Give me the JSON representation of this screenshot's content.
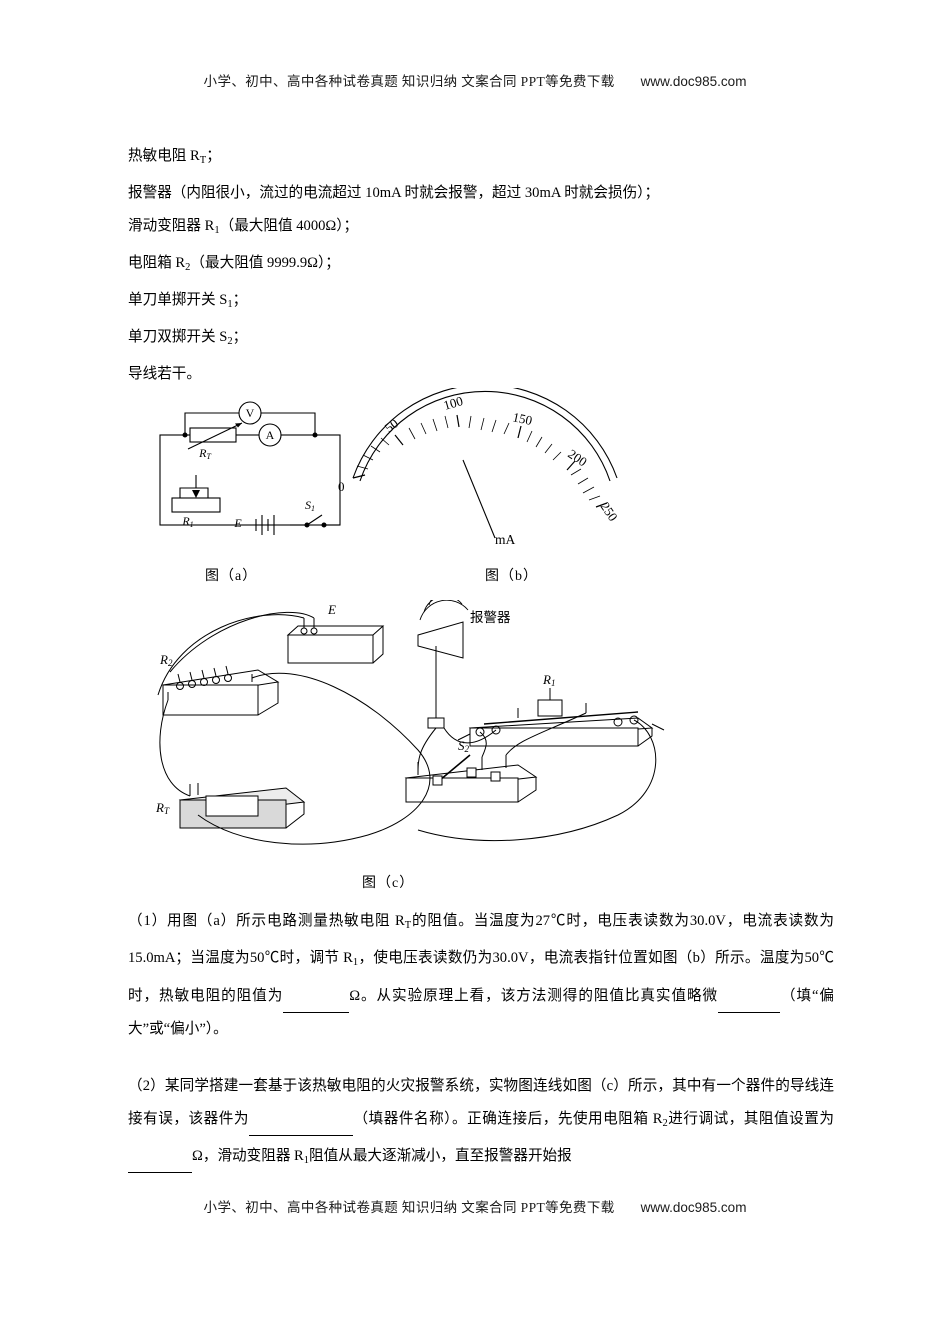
{
  "header": {
    "text": "小学、初中、高中各种试卷真题  知识归纳  文案合同  PPT等免费下载",
    "url": "www.doc985.com"
  },
  "footer": {
    "text": "小学、初中、高中各种试卷真题  知识归纳  文案合同  PPT等免费下载",
    "url": "www.doc985.com"
  },
  "equipment_list": [
    "热敏电阻 R_T；",
    "报警器（内阻很小，流过的电流超过 10mA 时就会报警，超过 30mA 时就会损伤）；",
    "滑动变阻器 R_1（最大阻值 4000Ω）；",
    "电阻箱 R_2（最大阻值 9999.9Ω）；",
    "单刀单掷开关 S_1；",
    "单刀双掷开关 S_2；",
    "导线若干。"
  ],
  "figures": {
    "a": {
      "caption": "图（a）",
      "labels": {
        "voltmeter": "V",
        "ammeter": "A",
        "rt": "R",
        "rt_sub": "T",
        "r1": "R",
        "r1_sub": "1",
        "battery": "E",
        "switch": "S",
        "switch_sub": "1"
      }
    },
    "b": {
      "caption": "图（b）",
      "unit": "mA",
      "ticks": [
        "0",
        "50",
        "100",
        "150",
        "200",
        "250"
      ]
    },
    "c": {
      "caption": "图（c）",
      "labels": {
        "battery": "E",
        "alarm": "报警器",
        "r2": "R",
        "r2_sub": "2",
        "r1": "R",
        "r1_sub": "1",
        "s2": "S",
        "s2_sub": "2",
        "rt": "R",
        "rt_sub": "T"
      }
    }
  },
  "questions": {
    "q1": "（1）用图（a）所示电路测量热敏电阻 R<sub>T</sub>的阻值。当温度为27℃时，电压表读数为30.0V，电流表读数为15.0mA；当温度为50℃时，调节 R<sub>1</sub>，使电压表读数仍为30.0V，电流表指针位置如图（b）所示。温度为50℃时，热敏电阻的阻值为＿＿＿＿Ω。从实验原理上看，该方法测得的阻值比真实值略微＿＿＿＿（填“偏大”或“偏小”）。",
    "q2": "（2）某同学搭建一套基于该热敏电阻的火灾报警系统，实物图连线如图（c）所示，其中有一个器件的导线连接有误，该器件为＿＿＿＿＿＿＿（填器件名称）。正确连接后，先使用电阻箱 R<sub>2</sub>进行调试，其阻值设置为＿＿＿＿Ω，滑动变阻器 R<sub>1</sub>阻值从最大逐渐减小，直至报警器开始报"
  }
}
